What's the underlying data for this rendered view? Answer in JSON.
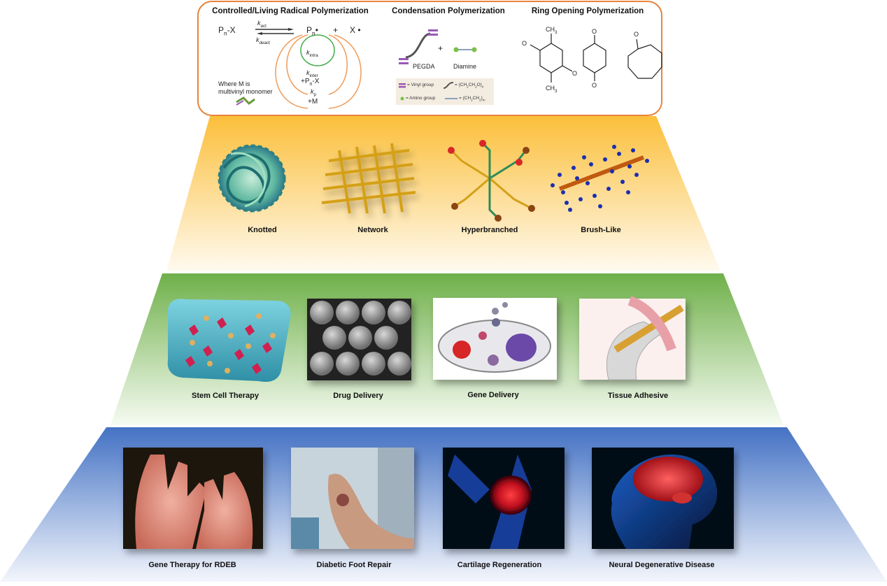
{
  "top_box": {
    "sections": [
      {
        "title": "Controlled/Living Radical Polymerization"
      },
      {
        "title": "Condensation Polymerization"
      },
      {
        "title": "Ring Opening Polymerization"
      }
    ],
    "radical": {
      "pn_x": "P",
      "pn_x_suffix": "-X",
      "pn_radical": "P",
      "plus": "+",
      "x_radical": "X",
      "k_act": "k",
      "k_act_sub": "act",
      "k_deact": "k",
      "k_deact_sub": "deact",
      "k_intra": "k",
      "k_intra_sub": "intra",
      "k_inter": "k",
      "k_inter_sub": "inter",
      "plus_pnx": "+P",
      "plus_pnx_suffix": "-X",
      "k_p": "k",
      "k_p_sub": "p",
      "plus_m": "+M",
      "note_line1": "Where M is",
      "note_line2": "multivinyl monomer"
    },
    "condensation": {
      "pegda": "PEGDA",
      "plus": "+",
      "diamine": "Diamine",
      "legend_vinyl": "= Vinyl group",
      "legend_amino": "= Amino group",
      "legend_ch2ch2o": "= (CH",
      "legend_ch2ch2": "= (CH"
    },
    "ring_opening": {
      "methyl_top": "CH",
      "methyl_bottom": "CH",
      "methyl_sub": "3",
      "o_label": "O"
    }
  },
  "tiers": [
    {
      "name": "architectures",
      "gradient_top": "#fbbf3a",
      "gradient_bottom": "#fffaf0",
      "items": [
        {
          "label": "Knotted"
        },
        {
          "label": "Network"
        },
        {
          "label": "Hyperbranched"
        },
        {
          "label": "Brush-Like"
        }
      ]
    },
    {
      "name": "applications",
      "gradient_top": "#6fb04a",
      "gradient_bottom": "#f6fbf2",
      "items": [
        {
          "label": "Stem Cell Therapy"
        },
        {
          "label": "Drug Delivery"
        },
        {
          "label": "Gene Delivery"
        },
        {
          "label": "Tissue Adhesive"
        }
      ]
    },
    {
      "name": "diseases",
      "gradient_top": "#4472c4",
      "gradient_bottom": "#f3f6fc",
      "items": [
        {
          "label": "Gene Therapy for RDEB"
        },
        {
          "label": "Diabetic Foot Repair"
        },
        {
          "label": "Cartilage Regeneration"
        },
        {
          "label": "Neural Degenerative Disease"
        }
      ]
    }
  ],
  "colors": {
    "box_border": "#e8833a",
    "arrow_orange": "#f0a060",
    "arrow_green": "#4cb050",
    "vinyl_purple": "#9b59b6",
    "amino_green": "#7bc143"
  }
}
